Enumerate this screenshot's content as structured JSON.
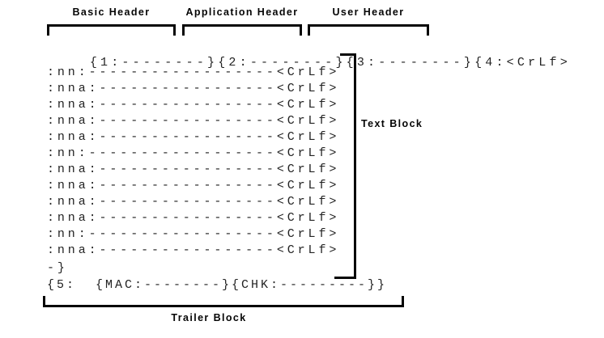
{
  "headers": [
    {
      "label": "Basic Header"
    },
    {
      "label": "Application Header"
    },
    {
      "label": "User Header"
    }
  ],
  "header_line": {
    "basic": "{1:--------}",
    "application": "{2:--------}",
    "user": "{3:--------}",
    "text_open": "{4:<CrLf>"
  },
  "text_block": {
    "label": "Text Block",
    "rows": [
      ":nn:------------------<CrLf>",
      ":nna:-----------------<CrLf>",
      ":nna:-----------------<CrLf>",
      ":nna:-----------------<CrLf>",
      ":nna:-----------------<CrLf>",
      ":nn:------------------<CrLf>",
      ":nna:-----------------<CrLf>",
      ":nna:-----------------<CrLf>",
      ":nna:-----------------<CrLf>",
      ":nna:-----------------<CrLf>",
      ":nn:------------------<CrLf>",
      ":nna:-----------------<CrLf>"
    ],
    "closing": "-}"
  },
  "trailer_block": {
    "label": "Trailer Block",
    "line": "{5:  {MAC:--------}{CHK:---------}}"
  },
  "colors": {
    "ink": "#232323",
    "line": "#050505",
    "background": "#ffffff"
  }
}
